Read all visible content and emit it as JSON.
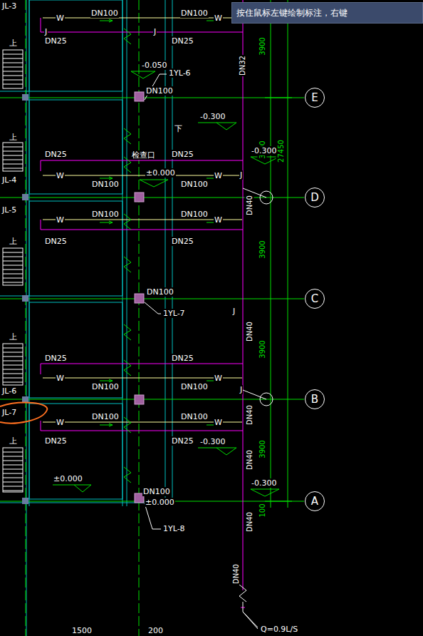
{
  "diagram": {
    "nodes": [
      {
        "text": [
          "按住鼠标左键绘制标注，右键"
        ]
      },
      {
        "text": [
          "E"
        ]
      },
      {
        "text": [
          "D"
        ]
      },
      {
        "text": [
          "C"
        ]
      },
      {
        "text": [
          "B"
        ]
      },
      {
        "text": [
          "A"
        ]
      }
    ],
    "labels": [
      "JL-3",
      "DN100",
      "DN100",
      "W",
      "W",
      "J",
      "J",
      "DN25",
      "DN25",
      "3900",
      "DN32",
      "-0.050",
      "1YL-6",
      "DN100",
      "-0.300",
      "下",
      "27450",
      "3900",
      "-0.300",
      "DN25",
      "检查口",
      "DN25",
      "W",
      "±0.000",
      "W",
      "DN100",
      "DN100",
      "J",
      "DN40",
      "JL-4",
      "JL-5",
      "DN100",
      "DN100",
      "W",
      "W",
      "DN25",
      "DN25",
      "3900",
      "DN100",
      "1YL-7",
      "J",
      "DN40",
      "3900",
      "DN25",
      "DN25",
      "W",
      "W",
      "DN100",
      "DN100",
      "J",
      "JL-6",
      "JL-7",
      "DN100",
      "DN100",
      "W",
      "W",
      "DN40",
      "DN25",
      "DN25",
      "-0.300",
      "3900",
      "DN40",
      "±0.000",
      "-0.300",
      "DN100",
      "±0.000",
      "1YL-8",
      "DN40",
      "100",
      "DN40",
      "Q=0.9L/S",
      "上",
      "上",
      "上",
      "上",
      "上",
      "1500",
      "200"
    ]
  }
}
